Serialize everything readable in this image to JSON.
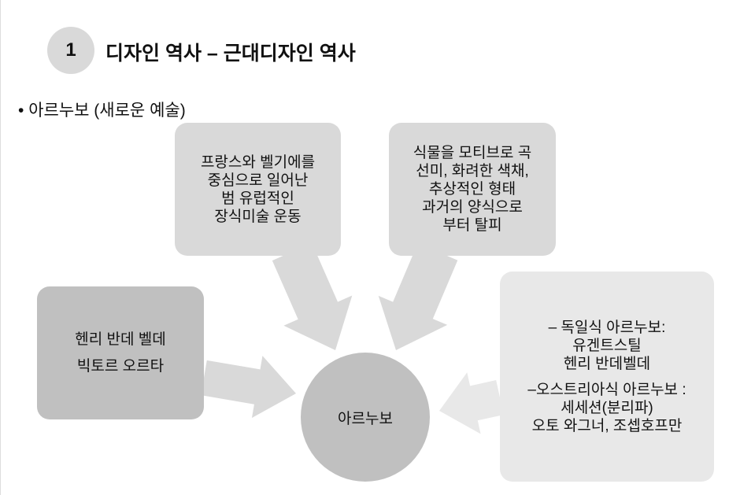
{
  "header": {
    "number": "1",
    "title": "디자인 역사 – 근대디자인 역사"
  },
  "bullet": "아르누보 (새로운 예술)",
  "boxes": {
    "top_left": "프랑스와 벨기에를\n중심으로 일어난\n범 유럽적인\n장식미술 운동",
    "top_right": "식물을 모티브로 곡\n선미, 화려한 색채,\n추상적인 형태\n과거의 양식으로\n부터 탈피",
    "left": "헨리 반데 벨데\n\n빅토르 오르타",
    "right_1": "– 독일식 아르누보:\n유겐트스틸\n헨리 반데벨데",
    "right_2": "–오스트리아식 아르누보 :\n세세션(분리파)\n오토 와그너, 조셉호프만"
  },
  "center": "아르누보",
  "colors": {
    "box": "#d9d9d9",
    "left_box": "#c0c0c0",
    "right_box": "#e8e8e8",
    "arrow": "#d9d9d9",
    "circle": "#c0c0c0"
  }
}
